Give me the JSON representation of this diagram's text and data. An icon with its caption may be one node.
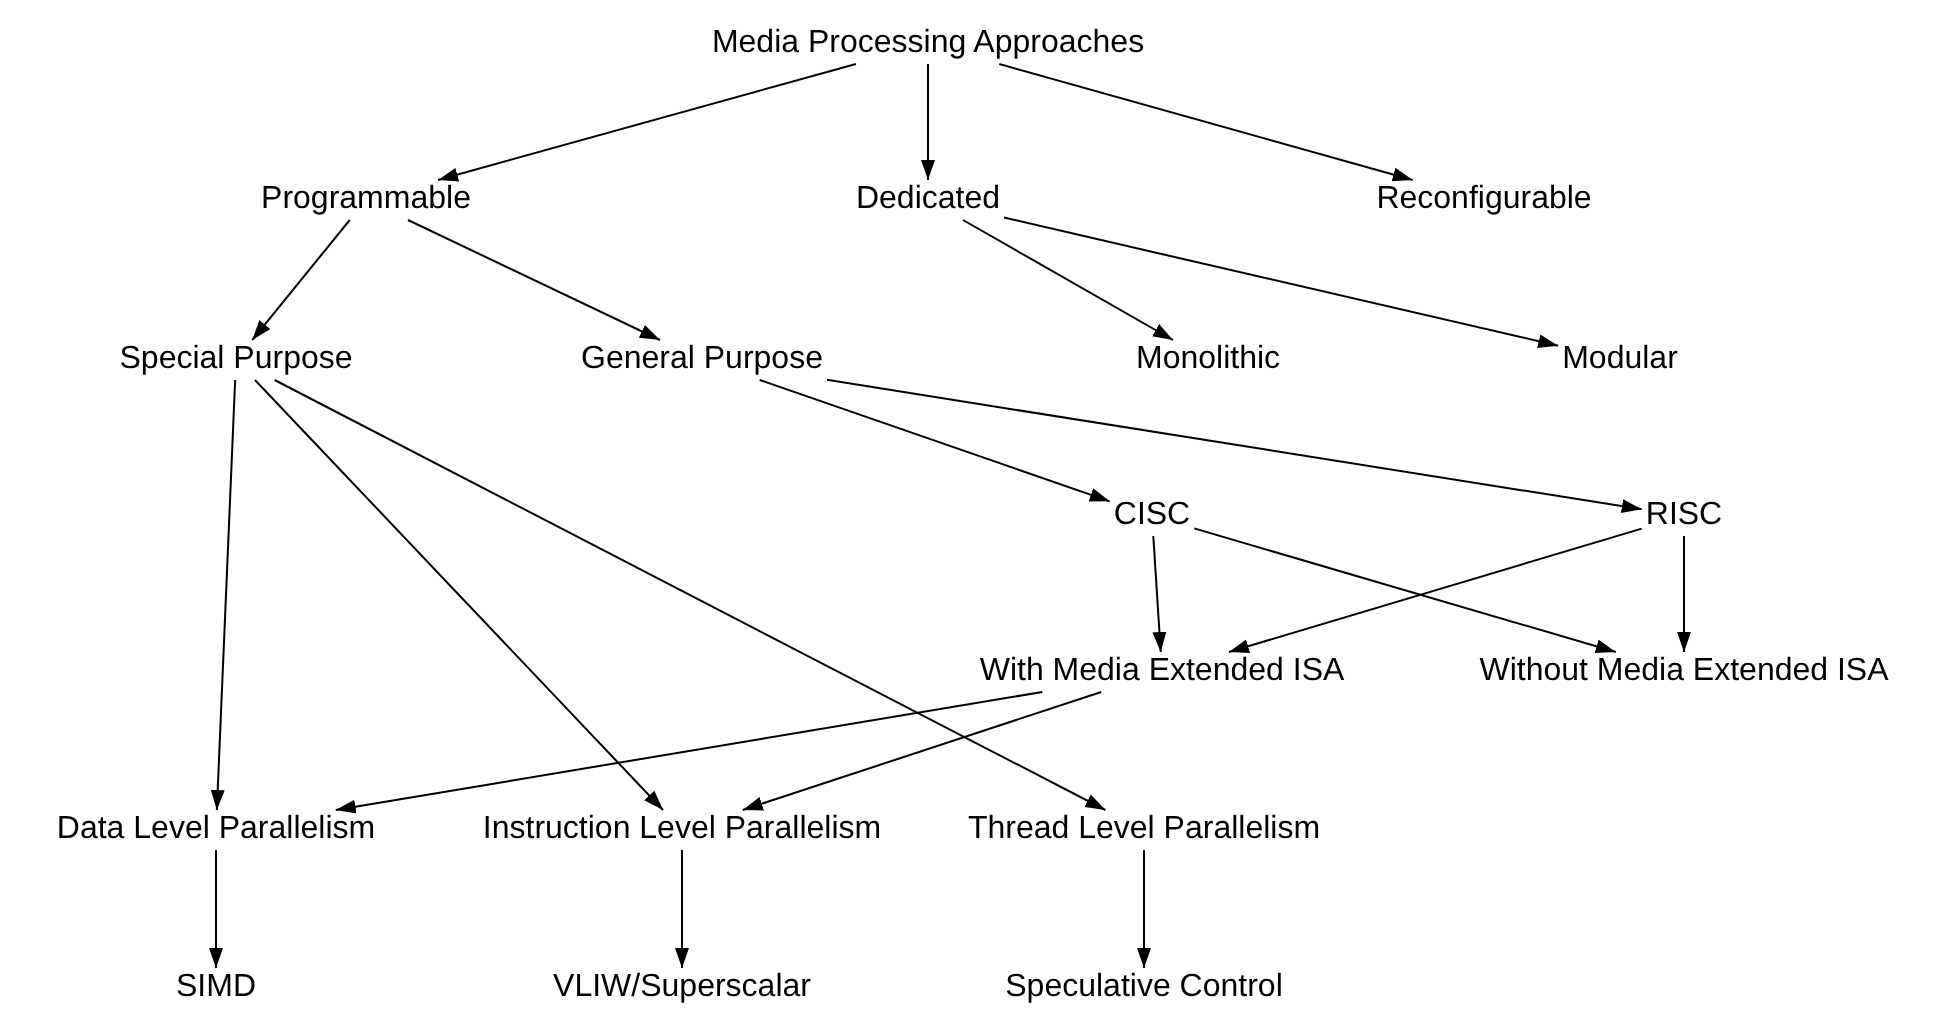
{
  "diagram": {
    "nodes": [
      {
        "text": [
          "Media Processing Approaches"
        ]
      },
      {
        "text": [
          "Programmable"
        ]
      },
      {
        "text": [
          "Dedicated"
        ]
      },
      {
        "text": [
          "Reconfigurable"
        ]
      },
      {
        "text": [
          "Special Purpose"
        ]
      },
      {
        "text": [
          "General Purpose"
        ]
      },
      {
        "text": [
          "Monolithic"
        ]
      },
      {
        "text": [
          "Modular"
        ]
      },
      {
        "text": [
          "CISC"
        ]
      },
      {
        "text": [
          "RISC"
        ]
      },
      {
        "text": [
          "With Media Extended ISA"
        ]
      },
      {
        "text": [
          "Without Media Extended ISA"
        ]
      },
      {
        "text": [
          "Data Level Parallelism"
        ]
      },
      {
        "text": [
          "Instruction Level Parallelism"
        ]
      },
      {
        "text": [
          "Thread Level Parallelism"
        ]
      },
      {
        "text": [
          "SIMD"
        ]
      },
      {
        "text": [
          "VLIW/Superscalar"
        ]
      },
      {
        "text": [
          "Speculative Control"
        ]
      }
    ],
    "edges": [
      {
        "from": 0,
        "to": 1,
        "arrow": "to"
      },
      {
        "from": 0,
        "to": 2,
        "arrow": "to"
      },
      {
        "from": 0,
        "to": 3,
        "arrow": "to"
      },
      {
        "from": 1,
        "to": 4,
        "arrow": "to"
      },
      {
        "from": 1,
        "to": 5,
        "arrow": "to"
      },
      {
        "from": 2,
        "to": 6,
        "arrow": "to"
      },
      {
        "from": 2,
        "to": 7,
        "arrow": "to"
      },
      {
        "from": 5,
        "to": 8,
        "arrow": "to"
      },
      {
        "from": 5,
        "to": 9,
        "arrow": "to"
      },
      {
        "from": 8,
        "to": 10,
        "arrow": "to"
      },
      {
        "from": 8,
        "to": 11,
        "arrow": "to"
      },
      {
        "from": 9,
        "to": 10,
        "arrow": "to"
      },
      {
        "from": 9,
        "to": 11,
        "arrow": "to"
      },
      {
        "from": 4,
        "to": 12,
        "arrow": "to"
      },
      {
        "from": 4,
        "to": 13,
        "arrow": "to"
      },
      {
        "from": 4,
        "to": 14,
        "arrow": "to"
      },
      {
        "from": 10,
        "to": 12,
        "arrow": "to"
      },
      {
        "from": 10,
        "to": 13,
        "arrow": "to"
      },
      {
        "from": 12,
        "to": 15,
        "arrow": "to"
      },
      {
        "from": 13,
        "to": 16,
        "arrow": "to"
      },
      {
        "from": 14,
        "to": 17,
        "arrow": "to"
      }
    ]
  }
}
